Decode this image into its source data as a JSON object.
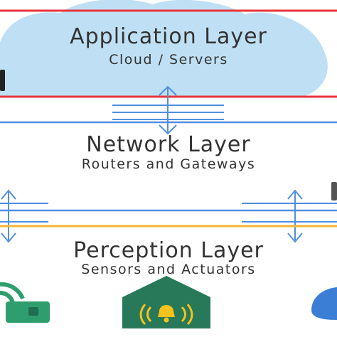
{
  "diagram": {
    "application_layer": {
      "title": "Application Layer",
      "subtitle": "Cloud / Servers"
    },
    "network_layer": {
      "title": "Network Layer",
      "subtitle": "Routers and Gateways"
    },
    "perception_layer": {
      "title": "Perception Layer",
      "subtitle": "Sensors and Actuators"
    }
  },
  "colors": {
    "cloud_fill": "#bfe0f4",
    "separator_red": "#e8333a",
    "link_blue": "#4f8fdf",
    "separator_yellow": "#f2b632",
    "label_text": "#333333",
    "sensor_green": "#2f9e6e",
    "device_dark": "#1f6e4f",
    "gateway_green": "#28795a",
    "bell_yellow": "#f6c21c"
  },
  "icons": [
    "cloud-icon",
    "bidirectional-arrow-icon",
    "wifi-sensor-icon",
    "bell-actuator-icon",
    "device-icon"
  ]
}
